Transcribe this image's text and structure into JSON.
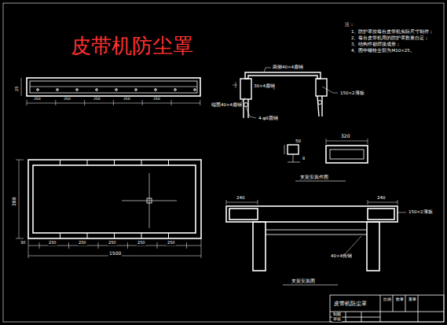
{
  "diagram": {
    "title": "皮带机防尘罩",
    "nodes": [
      {
        "text": [
          "皮带机防尘罩"
        ]
      }
    ],
    "labels": [
      "注：",
      "1、防护罩按每台皮带机实际尺寸制作；",
      "2、每台皮带机用的防护罩数量自定；",
      "3、结构件都焊接成形；",
      "4、图中螺栓全部为M10×25。",
      "25",
      "250",
      "250",
      "250",
      "250",
      "250",
      "两侧40×4扁钢",
      "30×4扁钢",
      "150×2薄板",
      "端面40×4扁钢",
      "4-φ8圆钢",
      "320",
      "50",
      "8",
      "支架安装件图",
      "388",
      "30",
      "250",
      "250",
      "250",
      "250",
      "250",
      "1500",
      "240",
      "240",
      "150×2薄板",
      "40×4角钢",
      "支架安装图",
      "比例",
      "数量",
      "重量",
      "制图",
      "审核"
    ]
  }
}
